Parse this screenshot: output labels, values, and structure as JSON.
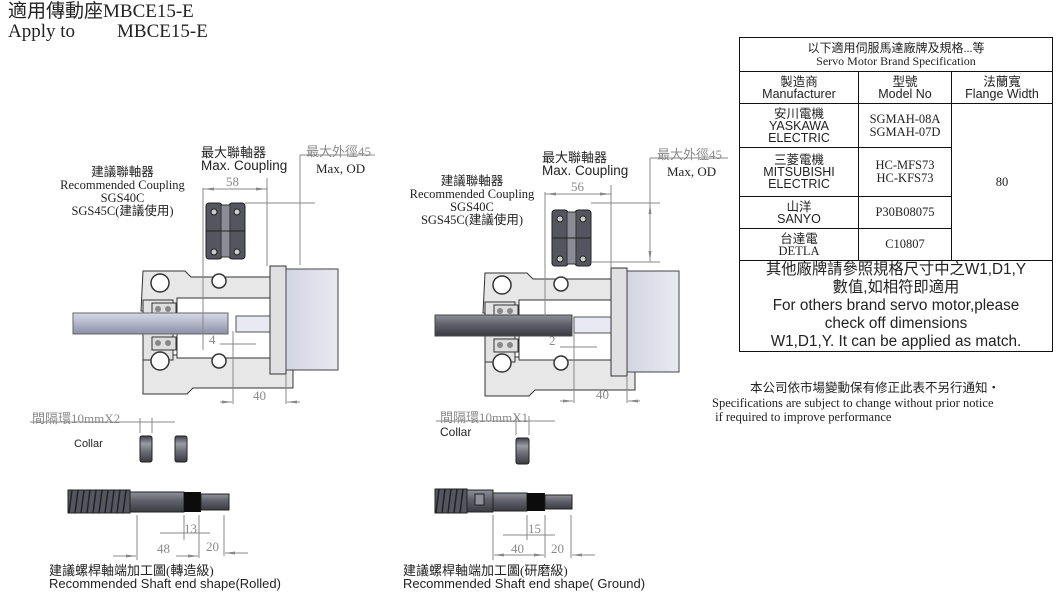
{
  "title": {
    "zh": "適用傳動座MBCE15-E",
    "en_prefix": "Apply to",
    "en_model": "MBCE15-E"
  },
  "left_diagram": {
    "recommended_coupling": {
      "zh": "建議聯軸器",
      "en": "Recommended Coupling",
      "models": [
        "SGS40C",
        "SGS45C(建議使用)"
      ]
    },
    "max_coupling": {
      "zh": "最大聯軸器",
      "en": "Max. Coupling",
      "length": "58"
    },
    "max_od": {
      "zh": "最大外徑45",
      "en": "Max, OD"
    },
    "gap_dimension": "4",
    "motor_dimension": "40",
    "collar": {
      "zh": "間隔環10mmX2",
      "en": "Collar",
      "count": 2
    },
    "shaft_dims": {
      "d1": "13",
      "d2": "48",
      "d3": "20"
    },
    "shaft_caption": {
      "zh": "建議螺桿軸端加工圖(轉造級)",
      "en": "Recommended Shaft end shape(Rolled)"
    }
  },
  "right_diagram": {
    "recommended_coupling": {
      "zh": "建議聯軸器",
      "en": "Recommended Coupling",
      "models": [
        "SGS40C",
        "SGS45C(建議使用)"
      ]
    },
    "max_coupling": {
      "zh": "最大聯軸器",
      "en": "Max. Coupling",
      "length": "56"
    },
    "max_od": {
      "zh": "最大外徑45",
      "en": "Max, OD"
    },
    "gap_dimension": "2",
    "motor_dimension": "40",
    "collar": {
      "zh": "間隔環10mmX1",
      "en": "Collar",
      "count": 1
    },
    "shaft_dims": {
      "d1": "15",
      "d2": "40",
      "d3": "20"
    },
    "shaft_caption": {
      "zh": "建議螺桿軸端加工圖(研磨級)",
      "en": "Recommended Shaft end shape( Ground)"
    }
  },
  "spec_table": {
    "title_zh": "以下適用伺服馬達廠牌及規格...等",
    "title_en": "Servo Motor Brand Specification",
    "columns": [
      {
        "zh": "製造商",
        "en": "Manufacturer"
      },
      {
        "zh": "型號",
        "en": "Model No"
      },
      {
        "zh": "法蘭寬",
        "en": "Flange Width"
      }
    ],
    "rows": [
      {
        "zh": "安川電機",
        "en": [
          "YASKAWA",
          "ELECTRIC"
        ],
        "models": [
          "SGMAH-08A",
          "SGMAH-07D"
        ]
      },
      {
        "zh": "三菱電機",
        "en": [
          "MITSUBISHI",
          "ELECTRIC"
        ],
        "models": [
          "HC-MFS73",
          "HC-KFS73"
        ]
      },
      {
        "zh": "山洋",
        "en": [
          "SANYO"
        ],
        "models": [
          "P30B08075"
        ]
      },
      {
        "zh": "台達電",
        "en": [
          "DETLA"
        ],
        "models": [
          "C10807"
        ]
      }
    ],
    "flange_width": "80",
    "note": {
      "zh_line1": "其他廠牌請參照規格尺寸中之W1,D1,Y",
      "zh_line2": "數值,如相符即適用",
      "en_line1": "For others brand servo motor,please",
      "en_line2": "check off dimensions",
      "en_line3": "W1,D1,Y. It can be applied as match."
    }
  },
  "notice": {
    "zh": "本公司依市場變動保有修正此表不另行通知・",
    "en_line1": "Specifications are subject to change without prior notice",
    "en_line2": " if required to improve performance"
  }
}
